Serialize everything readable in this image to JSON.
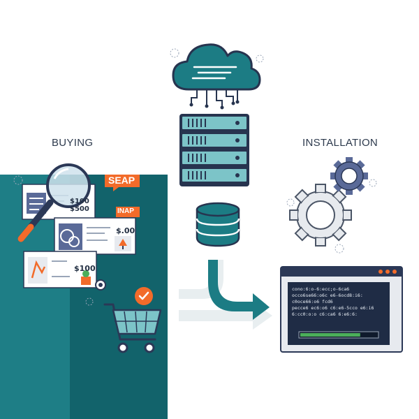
{
  "labels": {
    "buying": "BUYING",
    "installation": "INSTALLATION"
  },
  "tags": {
    "seap": "SEAP",
    "inap": "INAP"
  },
  "prices": {
    "p1": "$100",
    "p2": "$500",
    "p3": "$.00",
    "p4": "$100"
  },
  "terminal": {
    "lines": [
      "cono:6:o-6:ecc;o-6ca6",
      "occo6se66:o6c e6-6ocd8:i6:",
      "c0oce66:o6 fcd6",
      "pecce6 ec6:o6 c6:e6-5cco e6:i6",
      "6:cc0:o:o c6:ca6 6:e6:6:"
    ],
    "progress": 0.78
  },
  "colors": {
    "teal_dark": "#0f6c76",
    "teal": "#1e8088",
    "navy": "#2b3856",
    "orange": "#f26b2a",
    "gear_slate": "#5a6a98"
  }
}
